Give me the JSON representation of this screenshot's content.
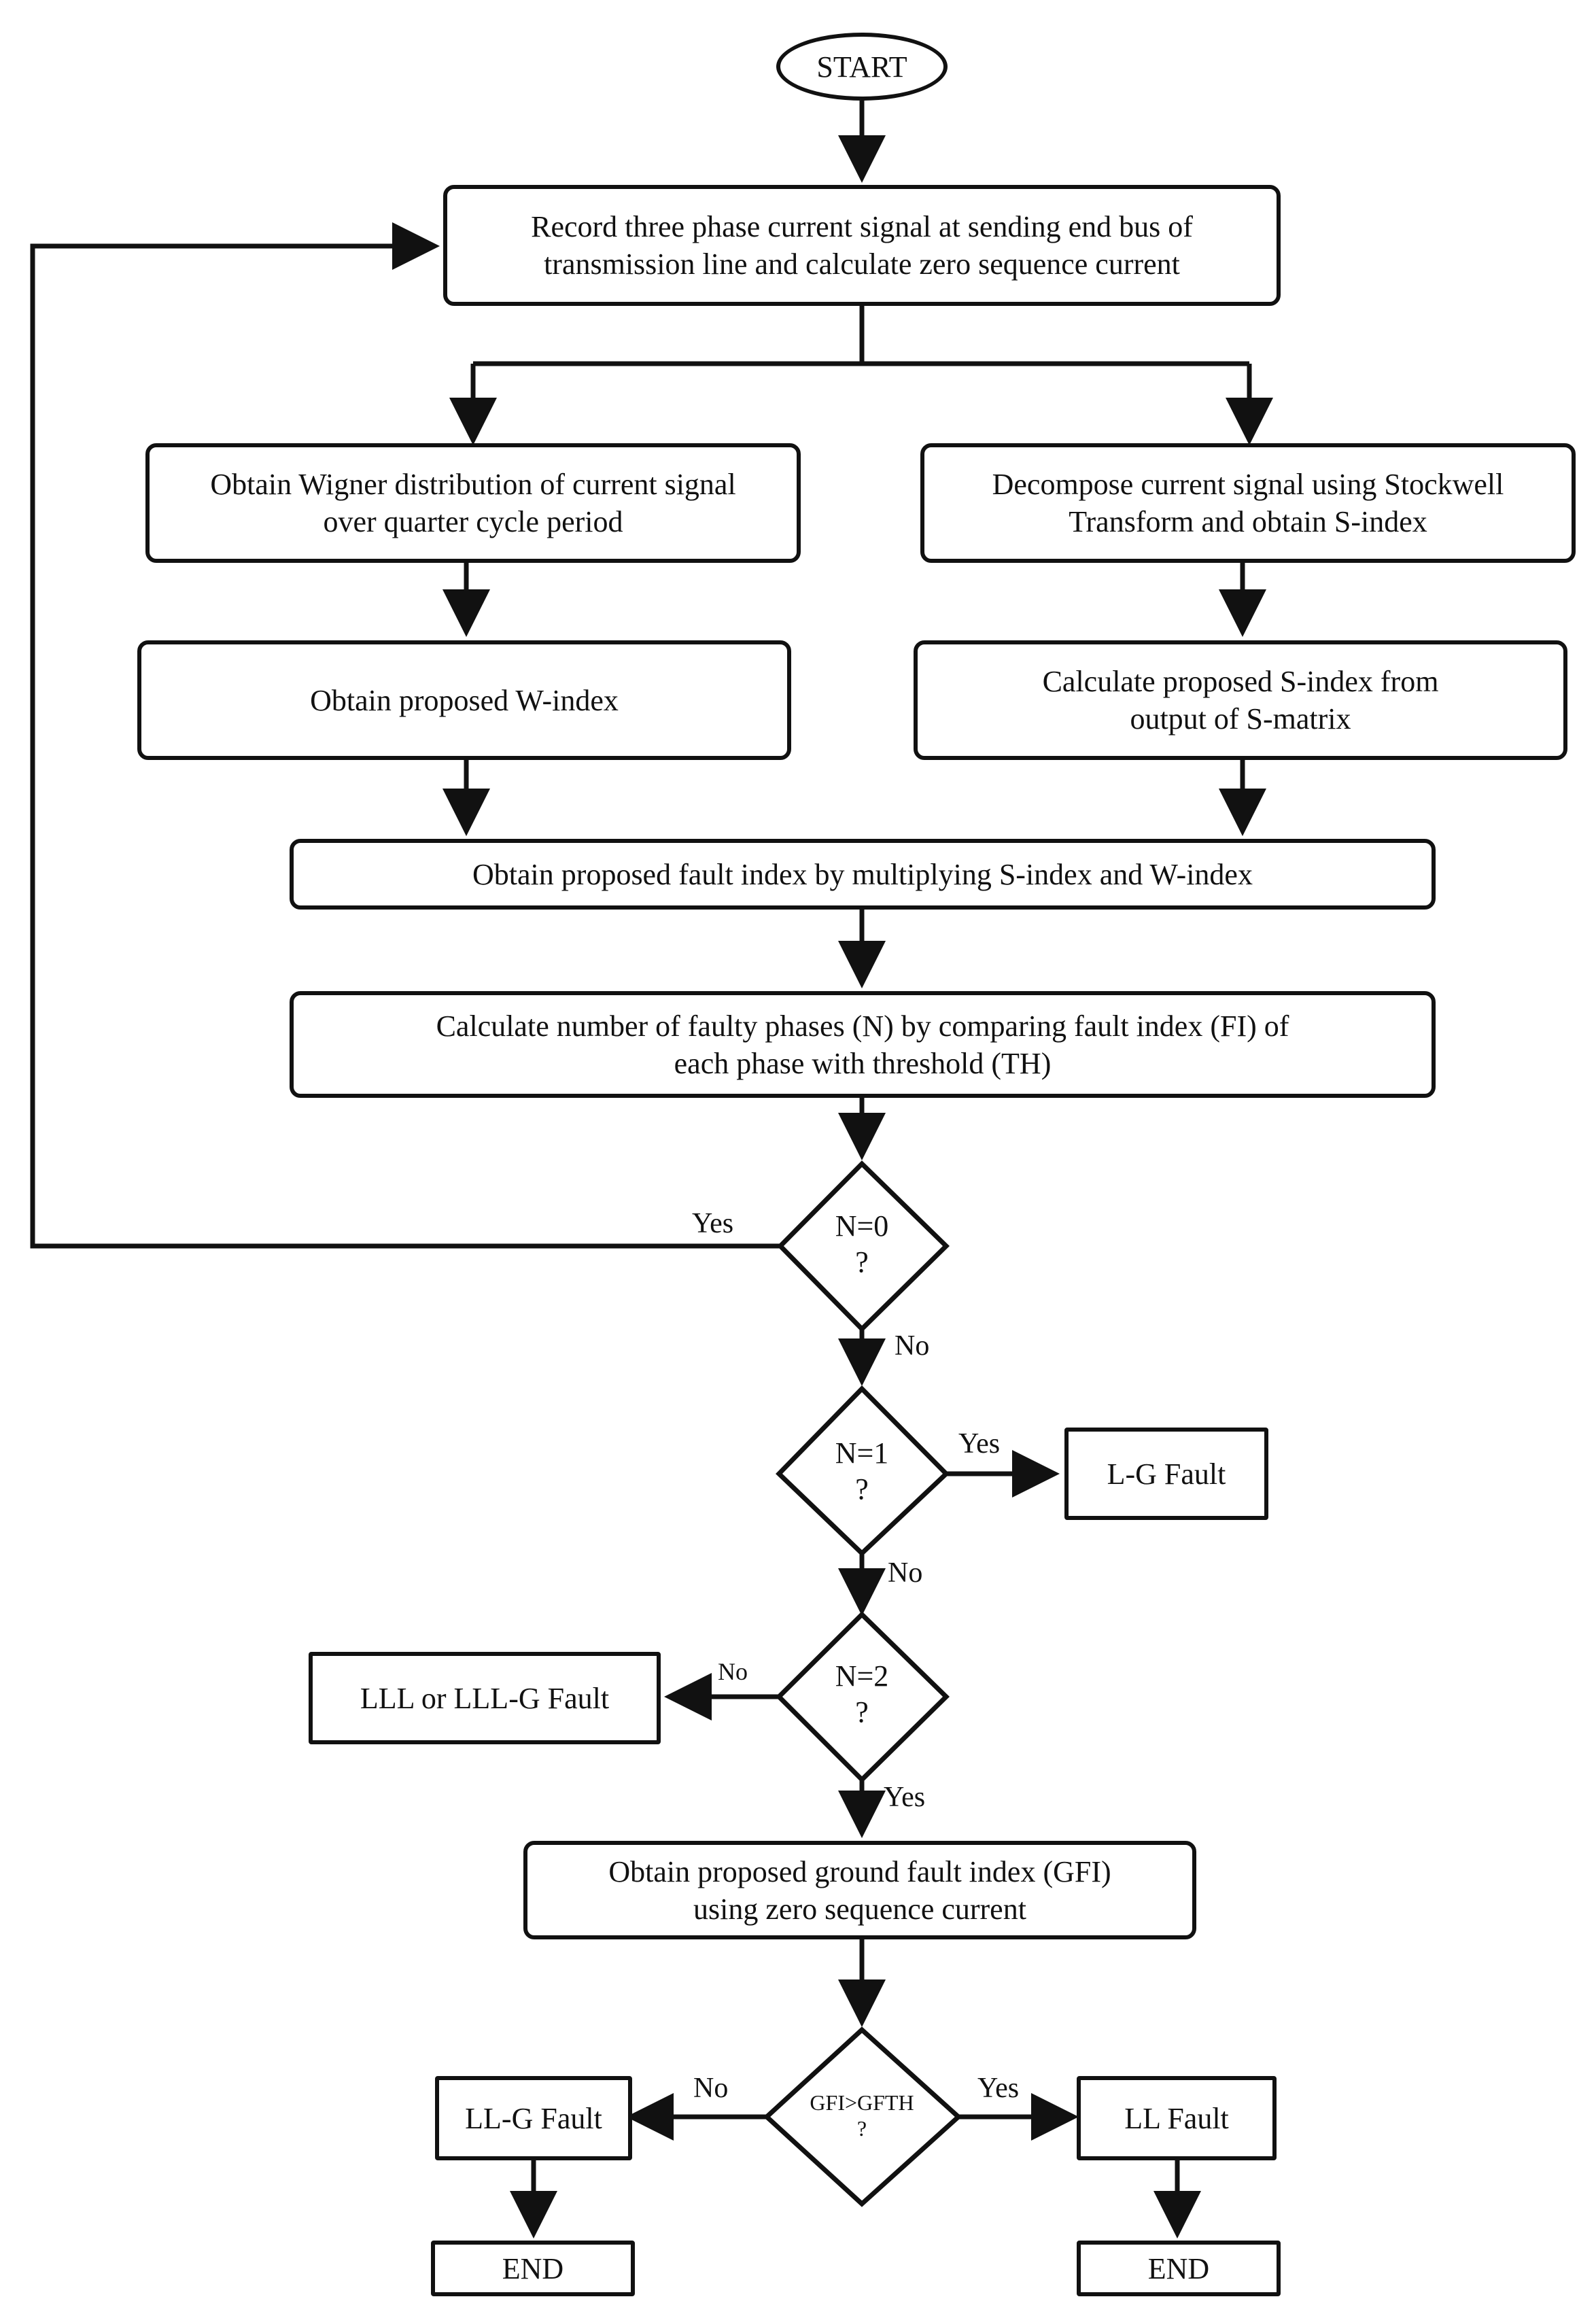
{
  "start": "START",
  "step_record": [
    "Record three phase current signal at sending end bus of",
    "transmission line  and calculate zero sequence current"
  ],
  "step_wigner": [
    "Obtain Wigner distribution of current signal",
    "over quarter cycle period"
  ],
  "step_stockwell": [
    "Decompose current signal using Stockwell",
    "Transform and obtain S-index"
  ],
  "step_windex": "Obtain proposed W-index",
  "step_sindex": [
    "Calculate proposed S-index from",
    "output of S-matrix"
  ],
  "step_fault_index": "Obtain proposed fault index by multiplying S-index and W-index",
  "step_count": [
    "Calculate number of faulty phases (N) by comparing fault index (FI) of",
    "each phase with threshold (TH)"
  ],
  "decision_n0": [
    "N=0",
    "?"
  ],
  "decision_n1": [
    "N=1",
    "?"
  ],
  "decision_n2": [
    "N=2",
    "?"
  ],
  "decision_gfi": [
    "GFI>GFTH",
    "?"
  ],
  "result_lg": "L-G Fault",
  "result_lll": "LLL or LLL-G Fault",
  "step_gfi": [
    "Obtain proposed ground fault index (GFI)",
    "using zero sequence current"
  ],
  "result_llg": "LL-G Fault",
  "result_ll": "LL Fault",
  "end_left": "END",
  "end_right": "END",
  "labels": {
    "n0_yes": "Yes",
    "n0_no": "No",
    "n1_yes": "Yes",
    "n1_no": "No",
    "n2_no": "No",
    "n2_yes": "Yes",
    "gfi_no": "No",
    "gfi_yes": "Yes"
  }
}
